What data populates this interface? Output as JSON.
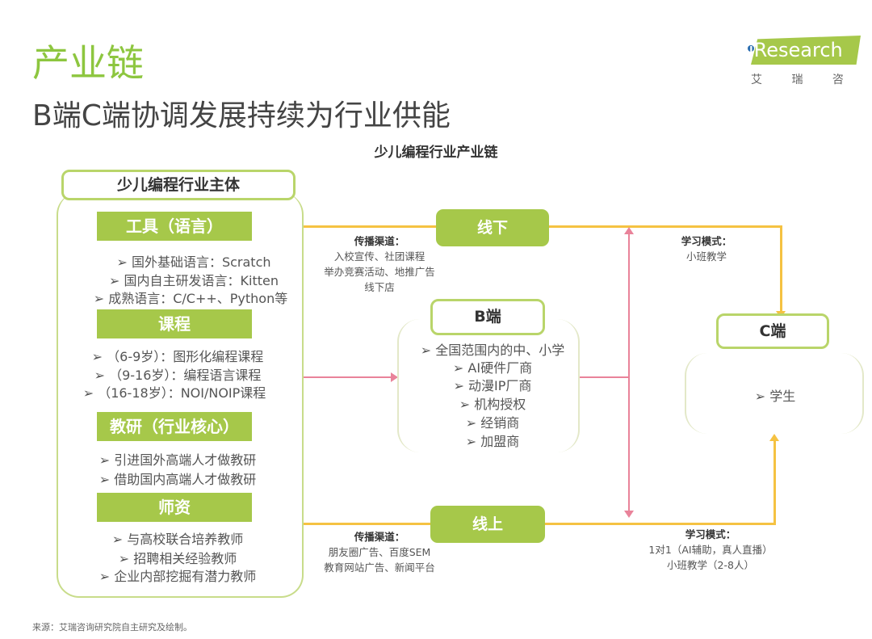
{
  "header": {
    "title": "产业链",
    "subtitle": "B端C端协调发展持续为行业供能",
    "logo_text": "iResearch",
    "logo_cn": "艾 瑞 咨 询"
  },
  "diagram": {
    "title": "少儿编程行业产业链",
    "main_body": {
      "label": "少儿编程行业主体",
      "sections": [
        {
          "label": "工具（语言）",
          "items": [
            "➢ 国外基础语言：Scratch",
            "➢ 国内自主研发语言：Kitten",
            "➢ 成熟语言：C/C++、Python等"
          ]
        },
        {
          "label": "课程",
          "items": [
            "➢ （6-9岁）：图形化编程课程",
            "➢ （9-16岁）：编程语言课程",
            "➢ （16-18岁）：NOI/NOIP课程"
          ]
        },
        {
          "label": "教研（行业核心）",
          "items": [
            "➢ 引进国外高端人才做教研",
            "➢ 借助国内高端人才做教研"
          ]
        },
        {
          "label": "师资",
          "items": [
            "➢ 与高校联合培养教师",
            "➢ 招聘相关经验教师",
            "➢ 企业内部挖掘有潜力教师"
          ]
        }
      ]
    },
    "offline": {
      "label": "线下",
      "channel_title": "传播渠道：",
      "channel_lines": [
        "入校宣传、社团课程",
        "举办竞赛活动、地推广告",
        "线下店"
      ],
      "mode_title": "学习模式：",
      "mode_lines": [
        "小班教学"
      ]
    },
    "online": {
      "label": "线上",
      "channel_title": "传播渠道：",
      "channel_lines": [
        "朋友圈广告、百度SEM",
        "教育网站广告、新闻平台"
      ],
      "mode_title": "学习模式：",
      "mode_lines": [
        "1对1（AI辅助，真人直播）",
        "小班教学（2-8人）"
      ]
    },
    "b_end": {
      "label": "B端",
      "items": [
        "➢ 全国范围内的中、小学",
        "➢ AI硬件厂商",
        "➢ 动漫IP厂商",
        "➢ 机构授权",
        "➢ 经销商",
        "➢ 加盟商"
      ]
    },
    "c_end": {
      "label": "C端",
      "items": [
        "➢ 学生"
      ]
    },
    "colors": {
      "green": "#a6c84a",
      "orange": "#f5c242",
      "pink": "#e9839a"
    }
  },
  "footer": {
    "source": "来源：艾瑞咨询研究院自主研究及绘制。"
  }
}
